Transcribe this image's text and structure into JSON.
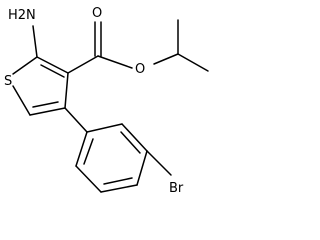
{
  "molecule": {
    "atom_labels": {
      "amine": "H2N",
      "thiophene_sulfur": "S",
      "carbonyl_oxygen": "O",
      "ester_oxygen": "O",
      "bromine": "Br"
    }
  }
}
